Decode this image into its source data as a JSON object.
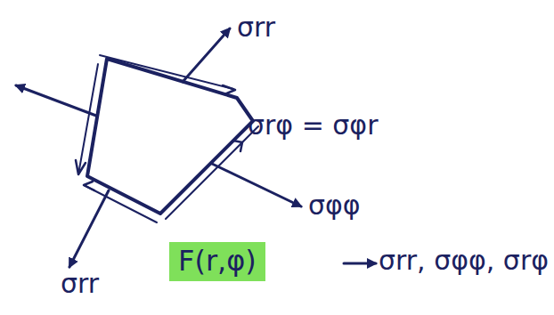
{
  "diagram": {
    "nodes": [
      {
        "text": [
          "F(r,φ)"
        ]
      }
    ],
    "labels": [
      "σrr",
      "σrφ = σφr",
      "σφφ",
      "σrr",
      "σrr, σφφ, σrφ"
    ]
  }
}
